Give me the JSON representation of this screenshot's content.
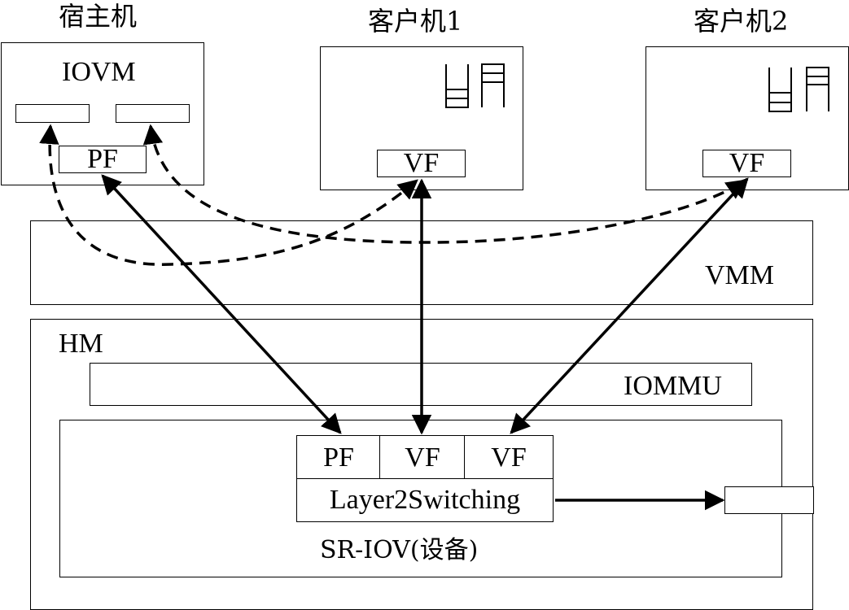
{
  "host": {
    "title": "宿主机",
    "iovm_label": "IOVM",
    "pf_label": "PF"
  },
  "guest1": {
    "title": "客户机1",
    "vf_label": "VF",
    "queue_icon": "queue-icon"
  },
  "guest2": {
    "title": "客户机2",
    "vf_label": "VF",
    "queue_icon": "queue-icon"
  },
  "vmm": {
    "label": "VMM"
  },
  "hm": {
    "label": "HM",
    "iommu_label": "IOMMU",
    "device": {
      "label": "SR-IOV(设备)",
      "functions": [
        "PF",
        "VF",
        "VF"
      ],
      "switch_label": "Layer2Switching"
    }
  },
  "connections": [
    {
      "from": "host.pf",
      "to": "device.pf",
      "style": "solid",
      "arrows": "both"
    },
    {
      "from": "guest1.vf",
      "to": "device.vf1",
      "style": "solid",
      "arrows": "both"
    },
    {
      "from": "guest2.vf",
      "to": "device.vf2",
      "style": "solid",
      "arrows": "both"
    },
    {
      "from": "guest1.vf",
      "to": "host.iovm.buffer1",
      "style": "dashed",
      "arrows": "both"
    },
    {
      "from": "guest2.vf",
      "to": "host.iovm.buffer2",
      "style": "dashed",
      "arrows": "both"
    },
    {
      "from": "device.layer2switching",
      "to": "external.port",
      "style": "solid",
      "arrows": "end"
    }
  ]
}
